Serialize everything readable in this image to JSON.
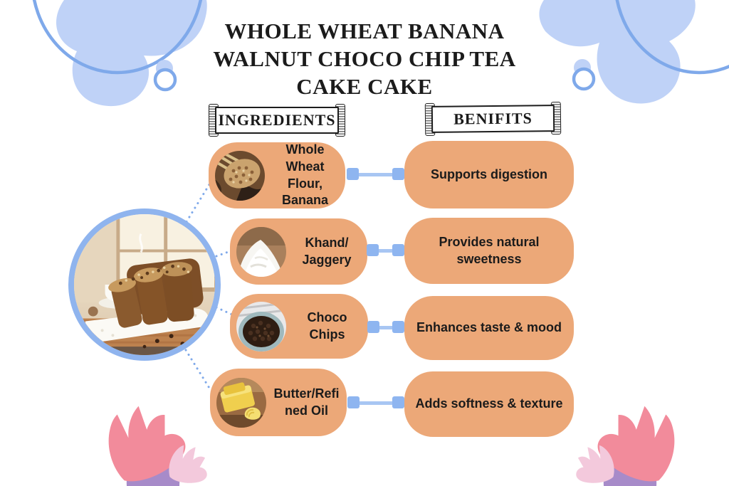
{
  "title": "WHOLE WHEAT BANANA\nWALNUT CHOCO CHIP TEA\nCAKE CAKE",
  "headers": {
    "ingredients": "INGREDIENTS",
    "benefits": "BENIFITS"
  },
  "hero": {
    "image_name": "banana-walnut-tea-cake-photo"
  },
  "rows": [
    {
      "ingredient": "Whole Wheat\nFlour, Banana",
      "icon": "whole-wheat-flour-banana-photo",
      "benefit": "Supports digestion"
    },
    {
      "ingredient": "Khand/\nJaggery",
      "icon": "khand-jaggery-photo",
      "benefit": "Provides natural\nsweetness"
    },
    {
      "ingredient": "Choco Chips",
      "icon": "choco-chips-photo",
      "benefit": "Enhances taste & mood"
    },
    {
      "ingredient": "Butter/Refi\nned Oil",
      "icon": "butter-refined-oil-photo",
      "benefit": "Adds softness & texture"
    }
  ],
  "colors": {
    "pill": "#ECA878",
    "connector_line": "#A8C6F3",
    "connector_cap": "#8EB5F0",
    "circle_border": "#8FB4EE",
    "blob": "#BFD2F7",
    "blob_outline": "#7FA9EA",
    "flower_pink": "#F28B9B",
    "flower_light_pink": "#F3C9DC",
    "blob_purple": "#A78BC9",
    "text_dark": "#1B1B1B"
  }
}
